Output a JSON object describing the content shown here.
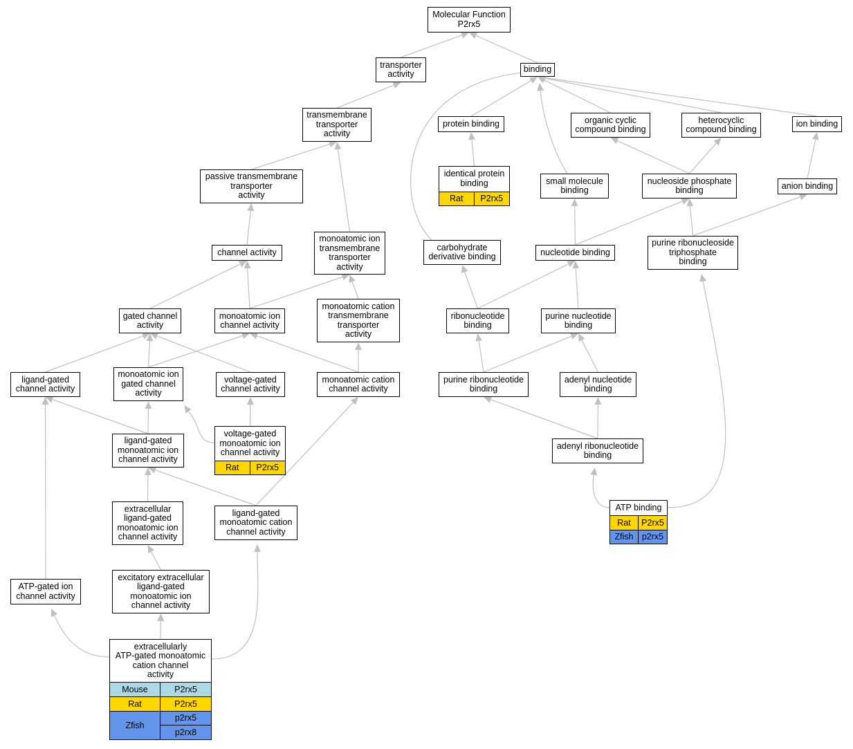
{
  "colors": {
    "edge": "#c0c0c0",
    "mouse": "#add8e6",
    "rat": "#ffd700",
    "zfish": "#6495ed"
  },
  "nodes": [
    {
      "id": "mf",
      "label": "Molecular Function\nP2rx5"
    },
    {
      "id": "transporter",
      "label": "transporter\nactivity"
    },
    {
      "id": "binding",
      "label": "binding"
    },
    {
      "id": "tm_transporter",
      "label": "transmembrane\ntransporter\nactivity"
    },
    {
      "id": "protein_binding",
      "label": "protein binding"
    },
    {
      "id": "org_cyclic",
      "label": "organic cyclic\ncompound binding"
    },
    {
      "id": "heterocyclic",
      "label": "heterocyclic\ncompound binding"
    },
    {
      "id": "ion_binding",
      "label": "ion binding"
    },
    {
      "id": "passive_tm",
      "label": "passive transmembrane\ntransporter\nactivity"
    },
    {
      "id": "identical_protein",
      "label": "identical protein\nbinding",
      "genes": [
        {
          "species": "Rat",
          "color": "rat",
          "genes": [
            "P2rx5"
          ]
        }
      ]
    },
    {
      "id": "small_molecule",
      "label": "small molecule\nbinding"
    },
    {
      "id": "nucleoside_phosphate",
      "label": "nucleoside phosphate\nbinding"
    },
    {
      "id": "anion_binding",
      "label": "anion binding"
    },
    {
      "id": "channel",
      "label": "channel activity"
    },
    {
      "id": "mono_ion_tm",
      "label": "monoatomic ion\ntransmembrane\ntransporter\nactivity"
    },
    {
      "id": "carbohydrate",
      "label": "carbohydrate\nderivative binding"
    },
    {
      "id": "nucleotide",
      "label": "nucleotide binding"
    },
    {
      "id": "purine_ribonucleoside_tp",
      "label": "purine ribonucleoside\ntriphosphate\nbinding"
    },
    {
      "id": "gated_channel",
      "label": "gated channel\nactivity"
    },
    {
      "id": "mono_ion_channel",
      "label": "monoatomic ion\nchannel activity"
    },
    {
      "id": "mono_cation_tm",
      "label": "monoatomic cation\ntransmembrane\ntransporter\nactivity"
    },
    {
      "id": "ribonucleotide",
      "label": "ribonucleotide\nbinding"
    },
    {
      "id": "purine_nucleotide",
      "label": "purine nucleotide\nbinding"
    },
    {
      "id": "ligand_gated",
      "label": "ligand-gated\nchannel activity"
    },
    {
      "id": "mono_ion_gated",
      "label": "monoatomic ion\ngated channel\nactivity"
    },
    {
      "id": "voltage_gated",
      "label": "voltage-gated\nchannel activity"
    },
    {
      "id": "mono_cation_channel",
      "label": "monoatomic cation\nchannel activity"
    },
    {
      "id": "purine_ribonucleotide",
      "label": "purine ribonucleotide\nbinding"
    },
    {
      "id": "adenyl_nucleotide",
      "label": "adenyl nucleotide\nbinding"
    },
    {
      "id": "lg_mono_ion",
      "label": "ligand-gated\nmonoatomic ion\nchannel activity"
    },
    {
      "id": "vg_mono_ion",
      "label": "voltage-gated\nmonoatomic ion\nchannel activity",
      "genes": [
        {
          "species": "Rat",
          "color": "rat",
          "genes": [
            "P2rx5"
          ]
        }
      ]
    },
    {
      "id": "adenyl_ribonucleotide",
      "label": "adenyl ribonucleotide\nbinding"
    },
    {
      "id": "extracellular_lg",
      "label": "extracellular\nligand-gated\nmonoatomic ion\nchannel activity"
    },
    {
      "id": "lg_mono_cation",
      "label": "ligand-gated\nmonoatomic cation\nchannel activity"
    },
    {
      "id": "atp_binding",
      "label": "ATP binding",
      "genes": [
        {
          "species": "Rat",
          "color": "rat",
          "genes": [
            "P2rx5"
          ]
        },
        {
          "species": "Zfish",
          "color": "zfish",
          "genes": [
            "p2rx5"
          ]
        }
      ]
    },
    {
      "id": "atp_gated_ion",
      "label": "ATP-gated ion\nchannel activity"
    },
    {
      "id": "excitatory",
      "label": "excitatory extracellular\nligand-gated\nmonoatomic ion\nchannel activity"
    },
    {
      "id": "extracellularly_atp",
      "label": "extracellularly\nATP-gated monoatomic\ncation channel\nactivity",
      "genes": [
        {
          "species": "Mouse",
          "color": "mouse",
          "genes": [
            "P2rx5"
          ]
        },
        {
          "species": "Rat",
          "color": "rat",
          "genes": [
            "P2rx5"
          ]
        },
        {
          "species": "Zfish",
          "color": "zfish",
          "genes": [
            "p2rx5",
            "p2rx8"
          ]
        }
      ]
    }
  ],
  "edges": [
    [
      "transporter",
      "mf"
    ],
    [
      "binding",
      "mf"
    ],
    [
      "tm_transporter",
      "transporter"
    ],
    [
      "passive_tm",
      "tm_transporter"
    ],
    [
      "mono_ion_tm",
      "tm_transporter"
    ],
    [
      "channel",
      "passive_tm"
    ],
    [
      "gated_channel",
      "channel"
    ],
    [
      "mono_ion_channel",
      "channel"
    ],
    [
      "mono_ion_channel",
      "mono_ion_tm"
    ],
    [
      "mono_cation_tm",
      "mono_ion_tm"
    ],
    [
      "ligand_gated",
      "gated_channel"
    ],
    [
      "mono_ion_gated",
      "gated_channel"
    ],
    [
      "voltage_gated",
      "gated_channel"
    ],
    [
      "mono_ion_gated",
      "mono_ion_channel"
    ],
    [
      "mono_cation_channel",
      "mono_ion_channel"
    ],
    [
      "mono_cation_channel",
      "mono_cation_tm"
    ],
    [
      "lg_mono_ion",
      "ligand_gated"
    ],
    [
      "lg_mono_ion",
      "mono_ion_gated"
    ],
    [
      "vg_mono_ion",
      "mono_ion_gated"
    ],
    [
      "vg_mono_ion",
      "voltage_gated"
    ],
    [
      "extracellular_lg",
      "lg_mono_ion"
    ],
    [
      "lg_mono_cation",
      "lg_mono_ion"
    ],
    [
      "lg_mono_cation",
      "mono_cation_channel"
    ],
    [
      "excitatory",
      "extracellular_lg"
    ],
    [
      "atp_gated_ion",
      "ligand_gated"
    ],
    [
      "extracellularly_atp",
      "excitatory"
    ],
    [
      "extracellularly_atp",
      "atp_gated_ion"
    ],
    [
      "extracellularly_atp",
      "lg_mono_cation"
    ],
    [
      "protein_binding",
      "binding"
    ],
    [
      "identical_protein",
      "protein_binding"
    ],
    [
      "org_cyclic",
      "binding"
    ],
    [
      "heterocyclic",
      "binding"
    ],
    [
      "ion_binding",
      "binding"
    ],
    [
      "small_molecule",
      "binding"
    ],
    [
      "carbohydrate",
      "binding"
    ],
    [
      "anion_binding",
      "ion_binding"
    ],
    [
      "nucleoside_phosphate",
      "org_cyclic"
    ],
    [
      "nucleoside_phosphate",
      "heterocyclic"
    ],
    [
      "nucleotide",
      "small_molecule"
    ],
    [
      "nucleotide",
      "nucleoside_phosphate"
    ],
    [
      "purine_ribonucleoside_tp",
      "nucleoside_phosphate"
    ],
    [
      "purine_ribonucleoside_tp",
      "anion_binding"
    ],
    [
      "ribonucleotide",
      "carbohydrate"
    ],
    [
      "ribonucleotide",
      "nucleotide"
    ],
    [
      "purine_nucleotide",
      "nucleotide"
    ],
    [
      "purine_ribonucleotide",
      "ribonucleotide"
    ],
    [
      "purine_ribonucleotide",
      "purine_nucleotide"
    ],
    [
      "adenyl_nucleotide",
      "purine_nucleotide"
    ],
    [
      "adenyl_ribonucleotide",
      "purine_ribonucleotide"
    ],
    [
      "adenyl_ribonucleotide",
      "adenyl_nucleotide"
    ],
    [
      "atp_binding",
      "adenyl_ribonucleotide"
    ],
    [
      "atp_binding",
      "purine_ribonucleoside_tp"
    ]
  ]
}
